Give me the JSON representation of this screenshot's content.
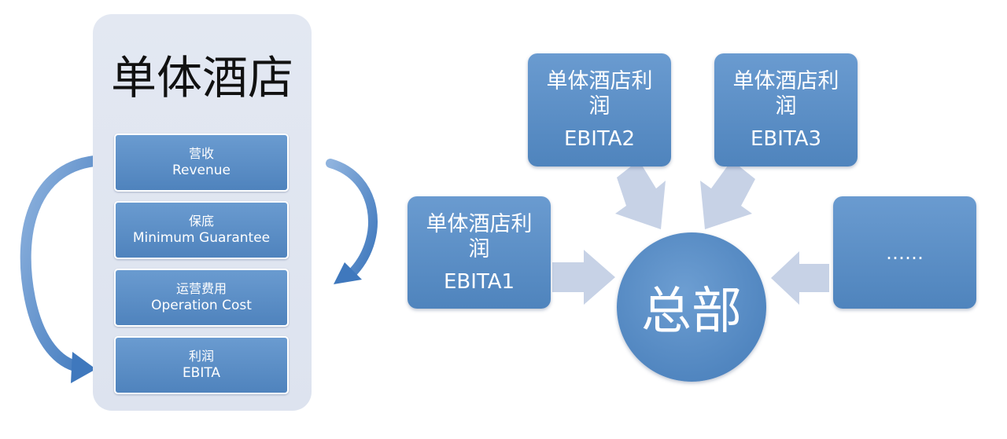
{
  "single_hotel": {
    "title": "单体酒店",
    "items": [
      {
        "zh": "营收",
        "en": "Revenue"
      },
      {
        "zh": "保底",
        "en": "Minimum Guarantee"
      },
      {
        "zh": "运营费用",
        "en": "Operation Cost"
      },
      {
        "zh": "利润",
        "en": "EBITA"
      }
    ]
  },
  "profit_boxes": [
    {
      "label": "单体酒店利润",
      "value": "EBITA1"
    },
    {
      "label": "单体酒店利润",
      "value": "EBITA2"
    },
    {
      "label": "单体酒店利润",
      "value": "EBITA3"
    },
    {
      "label": "",
      "value": "……"
    }
  ],
  "headquarters": {
    "label": "总部"
  },
  "colors": {
    "box_fill": "#5b8fc7",
    "panel_fill": "#e0e6f1",
    "arrow_fill": "#c7d2e6",
    "curve_arrow": "#5b8fc7"
  }
}
